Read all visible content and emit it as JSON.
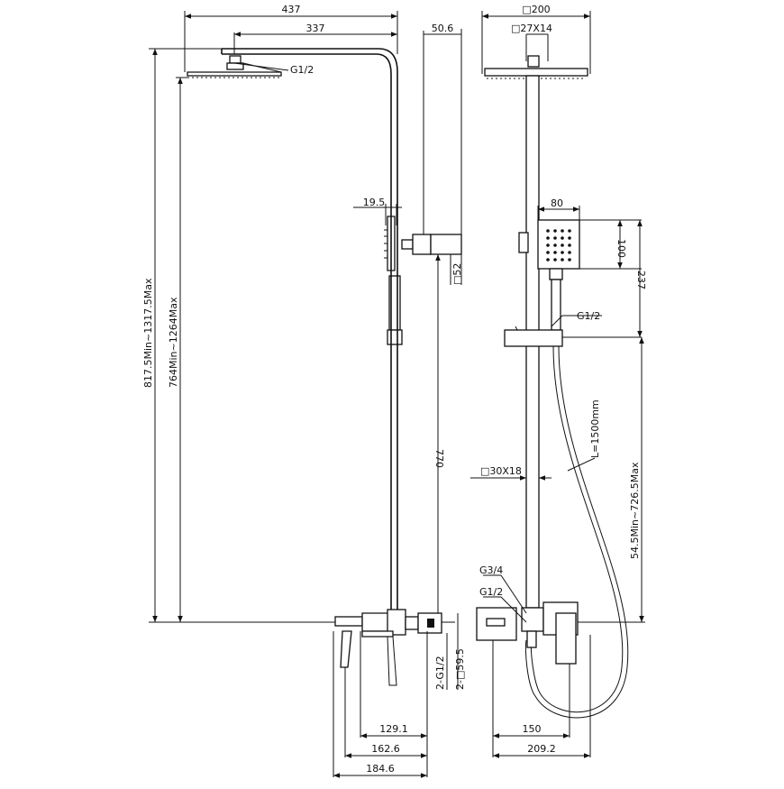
{
  "drawing": {
    "side_view": {
      "dim_total_width": "437",
      "dim_arm_length": "337",
      "dim_head_offset": "50.6",
      "head_thread": "G1/2",
      "dim_handshower_holder": "19.5",
      "dim_holder_square": "□52",
      "dim_riser_770": "770",
      "dim_height_total": "817.5Min~1317.5Max",
      "dim_height_head": "764Min~1264Max",
      "dim_inlet_thread": "2-G1/2",
      "dim_inlet_square": "2-□59.5",
      "dim_depth_1": "129.1",
      "dim_depth_2": "162.6",
      "dim_depth_3": "184.6"
    },
    "front_view": {
      "dim_head_size": "□200",
      "dim_arm_section": "□27X14",
      "dim_hand_width": "80",
      "dim_hand_height": "100",
      "dim_hand_offset": "237",
      "hand_thread": "G1/2",
      "dim_pipe_section": "□30X18",
      "hose_length": "L=1500mm",
      "dim_slide_range": "54.5Min~726.5Max",
      "thread_outlet_34": "G3/4",
      "thread_outlet_12": "G1/2",
      "dim_mixer_150": "150",
      "dim_mixer_total": "209.2"
    }
  }
}
